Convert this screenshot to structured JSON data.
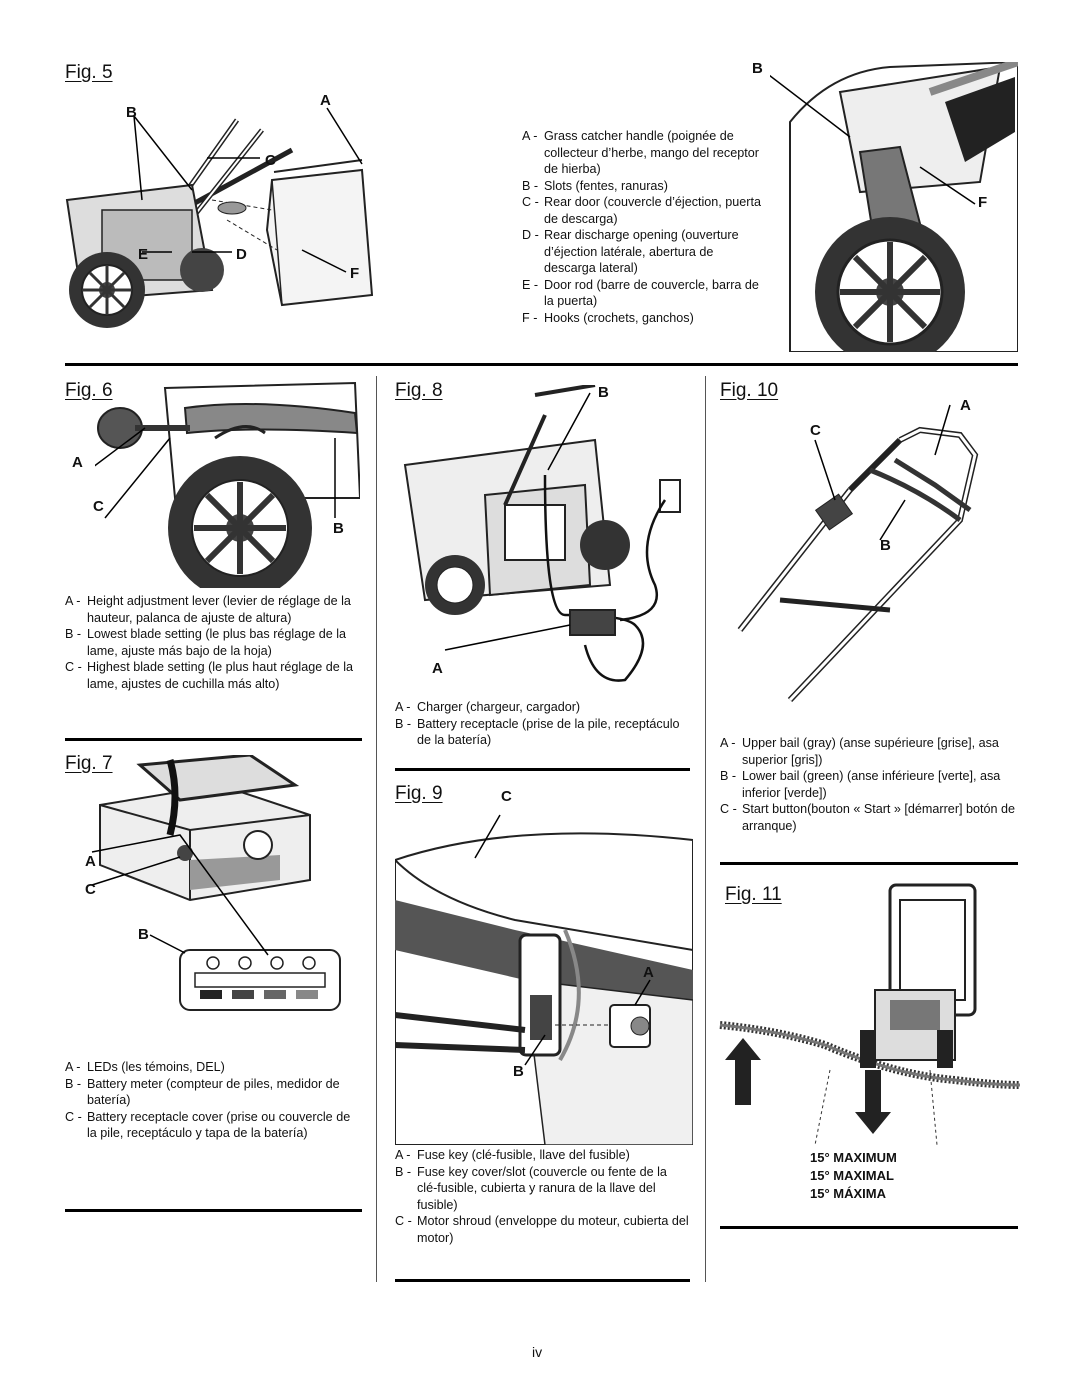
{
  "fig5": {
    "title": "Fig. 5",
    "callouts": {
      "a": "A",
      "b": "B",
      "c": "C",
      "d": "D",
      "e": "E",
      "f": "F",
      "b2": "B",
      "f2": "F"
    },
    "legend": [
      {
        "key": "A -",
        "text": "Grass catcher handle (poignée de collecteur d’herbe, mango del receptor de hierba)"
      },
      {
        "key": "B -",
        "text": "Slots (fentes, ranuras)"
      },
      {
        "key": "C -",
        "text": "Rear door (couvercle d’éjection, puerta de descarga)"
      },
      {
        "key": "D -",
        "text": "Rear discharge opening (ouverture d’éjection latérale, abertura de descarga lateral)"
      },
      {
        "key": "E -",
        "text": "Door rod (barre de couvercle, barra de la puerta)"
      },
      {
        "key": "F -",
        "text": "Hooks (crochets, ganchos)"
      }
    ]
  },
  "fig6": {
    "title": "Fig. 6",
    "callouts": {
      "a": "A",
      "b": "B",
      "c": "C"
    },
    "legend": [
      {
        "key": "A -",
        "text": "Height adjustment lever (levier de réglage de la hauteur, palanca de ajuste de altura)"
      },
      {
        "key": "B -",
        "text": "Lowest blade setting (le plus bas réglage de la lame, ajuste más bajo de la hoja)"
      },
      {
        "key": "C -",
        "text": "Highest blade setting (le plus haut réglage de la lame, ajustes de cuchilla más alto)"
      }
    ]
  },
  "fig7": {
    "title": "Fig. 7",
    "callouts": {
      "a": "A",
      "b": "B",
      "c": "C"
    },
    "legend": [
      {
        "key": "A -",
        "text": "LEDs (les témoins, DEL)"
      },
      {
        "key": "B -",
        "text": "Battery meter (compteur de piles, medidor de batería)"
      },
      {
        "key": "C -",
        "text": "Battery receptacle cover (prise ou couvercle de la pile, receptáculo y tapa de la batería)"
      }
    ]
  },
  "fig8": {
    "title": "Fig. 8",
    "callouts": {
      "a": "A",
      "b": "B"
    },
    "legend": [
      {
        "key": "A -",
        "text": "Charger (chargeur, cargador)"
      },
      {
        "key": "B -",
        "text": "Battery receptacle (prise de la pile, receptáculo de la batería)"
      }
    ]
  },
  "fig9": {
    "title": "Fig. 9",
    "callouts": {
      "a": "A",
      "b": "B",
      "c": "C"
    },
    "legend": [
      {
        "key": "A -",
        "text": "Fuse key (clé-fusible, llave del fusible)"
      },
      {
        "key": "B -",
        "text": "Fuse key cover/slot (couvercle ou fente de la clé-fusible, cubierta y ranura de la llave del fusible)"
      },
      {
        "key": "C -",
        "text": "Motor shroud (enveloppe du moteur, cubierta del motor)"
      }
    ]
  },
  "fig10": {
    "title": "Fig. 10",
    "callouts": {
      "a": "A",
      "b": "B",
      "c": "C"
    },
    "legend": [
      {
        "key": "A -",
        "text": "Upper bail (gray) (anse supérieure [grise], asa superior [gris])"
      },
      {
        "key": "B -",
        "text": "Lower bail (green) (anse inférieure [verte], asa inferior [verde])"
      },
      {
        "key": "C -",
        "text": "Start button(bouton « Start » [démarrer] botón de arranque)"
      }
    ]
  },
  "fig11": {
    "title": "Fig. 11",
    "angles": [
      "15° MAXIMUM",
      "15° MAXIMAL",
      "15° MÁXIMA"
    ]
  },
  "page_number": "iv"
}
